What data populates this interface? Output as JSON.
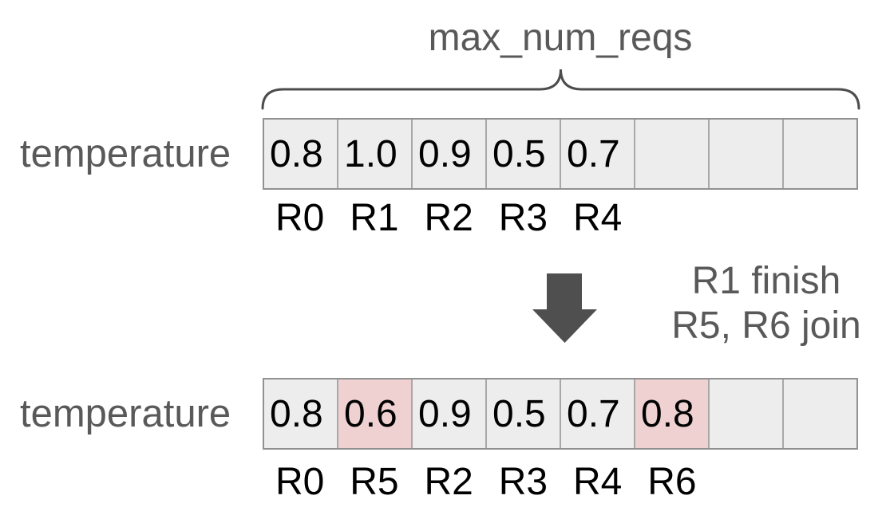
{
  "caption": "max_num_reqs",
  "row_label": "temperature",
  "transition": {
    "line1": "R1 finish",
    "line2": "R5, R6 join"
  },
  "arrays": {
    "before": {
      "cells": [
        {
          "value": "0.8",
          "highlight": false
        },
        {
          "value": "1.0",
          "highlight": false
        },
        {
          "value": "0.9",
          "highlight": false
        },
        {
          "value": "0.5",
          "highlight": false
        },
        {
          "value": "0.7",
          "highlight": false
        },
        {
          "value": "",
          "highlight": false
        },
        {
          "value": "",
          "highlight": false
        },
        {
          "value": "",
          "highlight": false
        }
      ],
      "labels": [
        "R0",
        "R1",
        "R2",
        "R3",
        "R4",
        "",
        "",
        ""
      ]
    },
    "after": {
      "cells": [
        {
          "value": "0.8",
          "highlight": false
        },
        {
          "value": "0.6",
          "highlight": true
        },
        {
          "value": "0.9",
          "highlight": false
        },
        {
          "value": "0.5",
          "highlight": false
        },
        {
          "value": "0.7",
          "highlight": false
        },
        {
          "value": "0.8",
          "highlight": true
        },
        {
          "value": "",
          "highlight": false
        },
        {
          "value": "",
          "highlight": false
        }
      ],
      "labels": [
        "R0",
        "R5",
        "R2",
        "R3",
        "R4",
        "R6",
        "",
        ""
      ]
    }
  },
  "colors": {
    "cell_bg": "#ededed",
    "highlight_bg": "#f0d1d1",
    "border_inner": "#a8a8a8",
    "border_outer": "#919191",
    "text_gray": "#595959",
    "text_black": "#000000",
    "arrow_color": "#4f4f4f",
    "brace_color": "#4d4d4d"
  }
}
